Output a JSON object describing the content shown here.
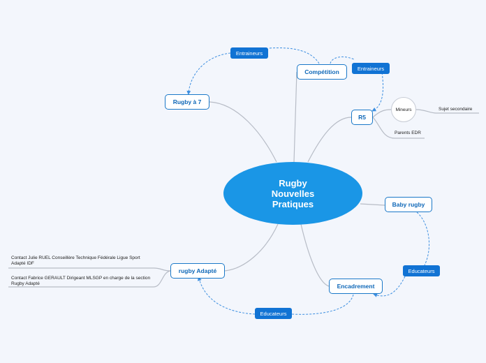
{
  "central": {
    "label": "Rugby\nNouvelles\nPratiques"
  },
  "topics": {
    "competition": "Compétition",
    "rugby7": "Rugby à 7",
    "r5": "R5",
    "baby": "Baby rugby",
    "encadrement": "Encadrement",
    "adapte": "rugby Adapté"
  },
  "relations": {
    "entraineurs_left": "Entraineurs",
    "entraineurs_right": "Entraineurs",
    "educateurs_right": "Educateurs",
    "educateurs_bottom": "Educateurs"
  },
  "subtopics": {
    "mineurs": "Mineurs",
    "sujet": "Sujet secondaire",
    "parents": "Parents EDR",
    "contact1": "Contact Julie RUEL Conseillère Technique Fédérale Ligue Sport Adapté IDF",
    "contact2": "Contact Fabrice GERAULT Dirigeant MLSGP en charge de la section Rugby Adapté"
  },
  "colors": {
    "background": "#f3f6fc",
    "central": "#1a96e6",
    "topic_border": "#1a78c8",
    "relation": "#1173d4",
    "branch": "#b7bcc6"
  }
}
